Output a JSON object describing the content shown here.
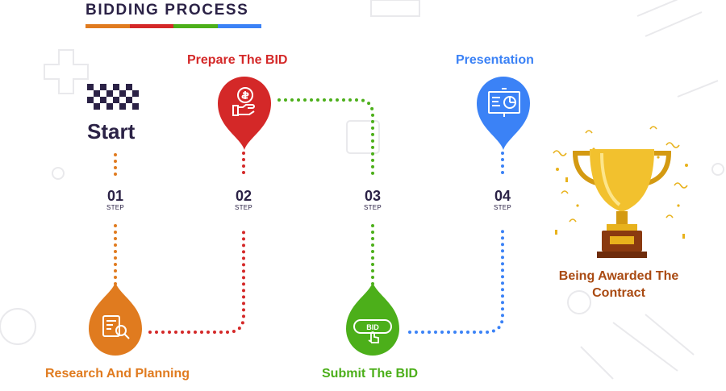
{
  "header": {
    "title": "BIDDING PROCESS",
    "bar_colors": [
      "#e07b1f",
      "#d42828",
      "#4caf1a",
      "#3b82f6"
    ]
  },
  "start": {
    "label": "Start",
    "icon": "checkered-flag-icon"
  },
  "steps": [
    {
      "number": "01",
      "word": "STEP",
      "label": "Research And Planning",
      "color": "#e07b1f",
      "icon": "document-search-icon"
    },
    {
      "number": "02",
      "word": "STEP",
      "label": "Prepare The BID",
      "color": "#d42828",
      "icon": "money-hand-icon"
    },
    {
      "number": "03",
      "word": "STEP",
      "label": "Submit The BID",
      "color": "#4caf1a",
      "icon": "bid-click-icon",
      "badge": "BID"
    },
    {
      "number": "04",
      "word": "STEP",
      "label": "Presentation",
      "color": "#3b82f6",
      "icon": "presentation-board-icon"
    }
  ],
  "finish": {
    "label_line1": "Being Awarded The",
    "label_line2": "Contract",
    "color": "#a94a12",
    "icon": "trophy-icon"
  },
  "colors": {
    "dark": "#2b2246",
    "gold": "#e8b21c"
  }
}
